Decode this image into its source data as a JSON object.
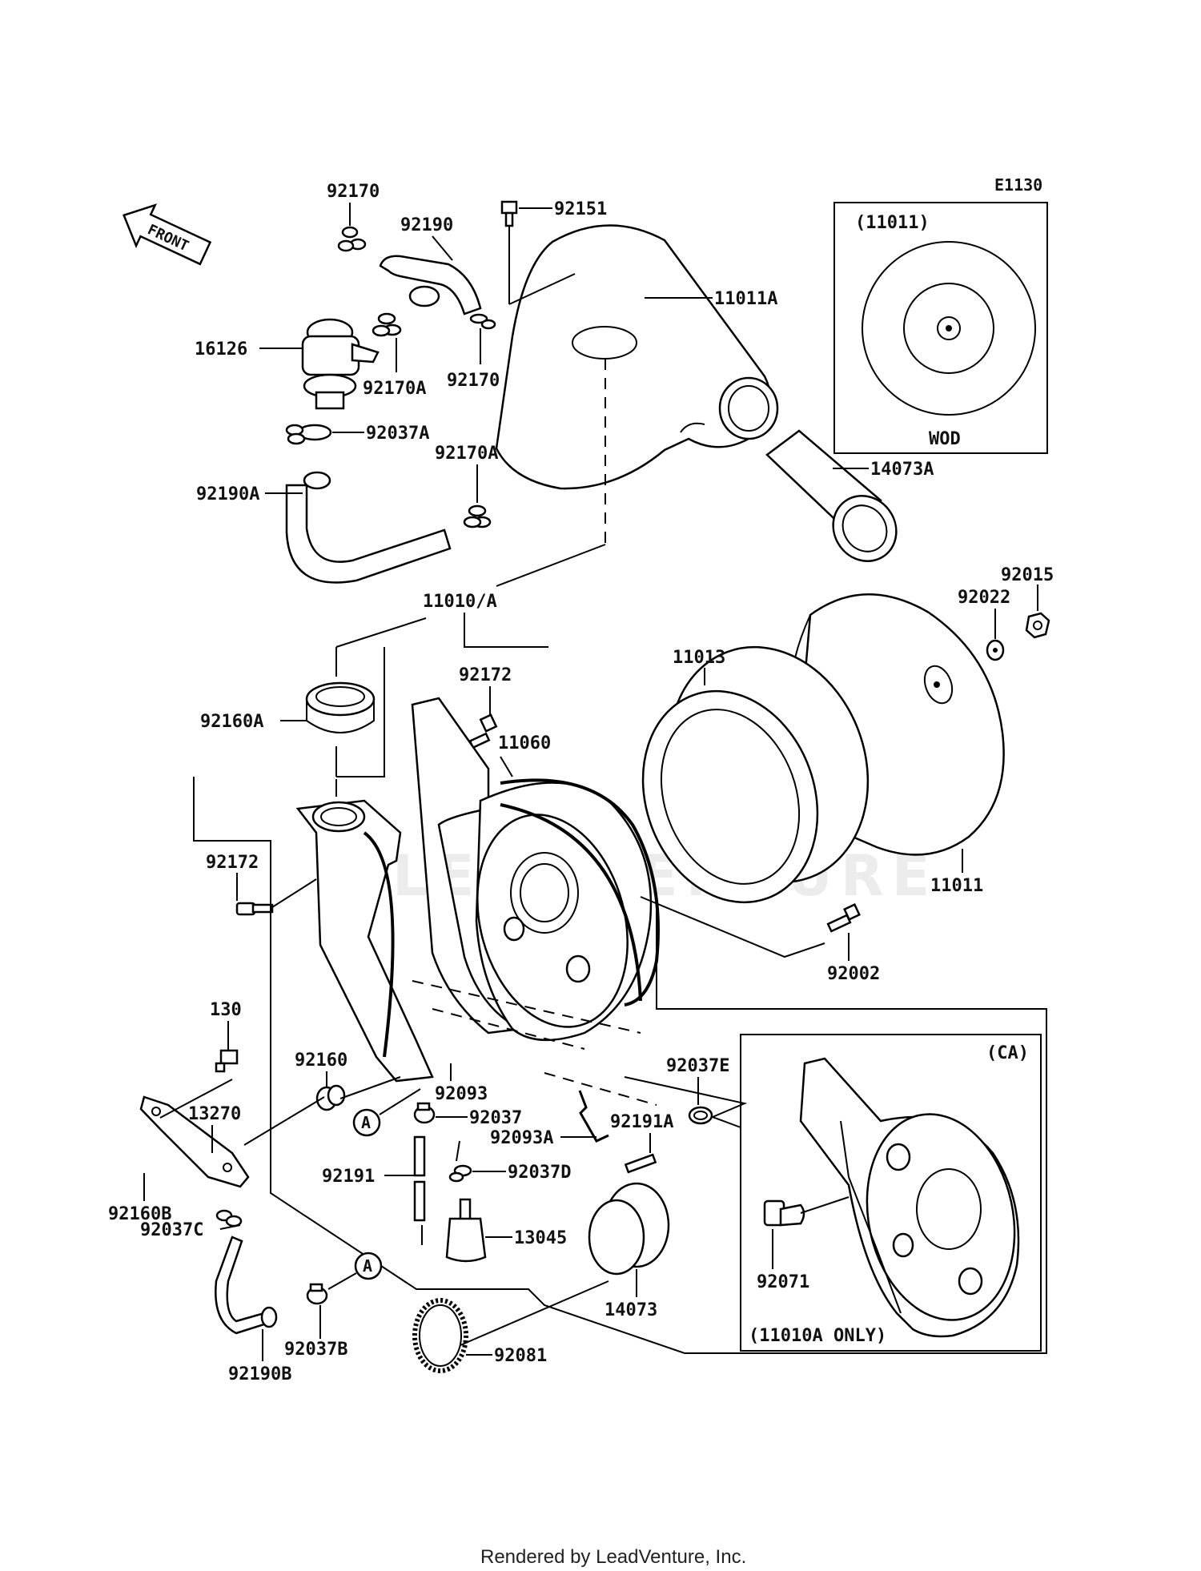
{
  "diagram_code": "E1130",
  "front_arrow_label": "FRONT",
  "watermark": "LEADVENTURE",
  "inset_top": {
    "title": "(11011)",
    "caption": "WOD"
  },
  "inset_bottom": {
    "title": "(CA)",
    "caption": "(11010A ONLY)"
  },
  "circle_marker": "A",
  "footer": "Rendered by LeadVenture, Inc.",
  "parts": {
    "p92170_top": "92170",
    "p92190": "92190",
    "p92151": "92151",
    "p11011A": "11011A",
    "p16126": "16126",
    "p92170A": "92170A",
    "p92170_mid": "92170",
    "p92037A": "92037A",
    "p92170A_2": "92170A",
    "p92190A": "92190A",
    "p14073A": "14073A",
    "p11010A": "11010/A",
    "p92015": "92015",
    "p92022": "92022",
    "p11013": "11013",
    "p92172_top": "92172",
    "p92160A": "92160A",
    "p11060": "11060",
    "p11011": "11011",
    "p92172_left": "92172",
    "p92002": "92002",
    "p130": "130",
    "p92160": "92160",
    "p13270": "13270",
    "p92093": "92093",
    "p92037E": "92037E",
    "p92037": "92037",
    "p92191A": "92191A",
    "p92093A": "92093A",
    "p92191": "92191",
    "p92037D": "92037D",
    "p92160B": "92160B",
    "p92037C": "92037C",
    "p13045": "13045",
    "p92071": "92071",
    "p14073": "14073",
    "p92037B": "92037B",
    "p92081": "92081",
    "p92190B": "92190B"
  }
}
